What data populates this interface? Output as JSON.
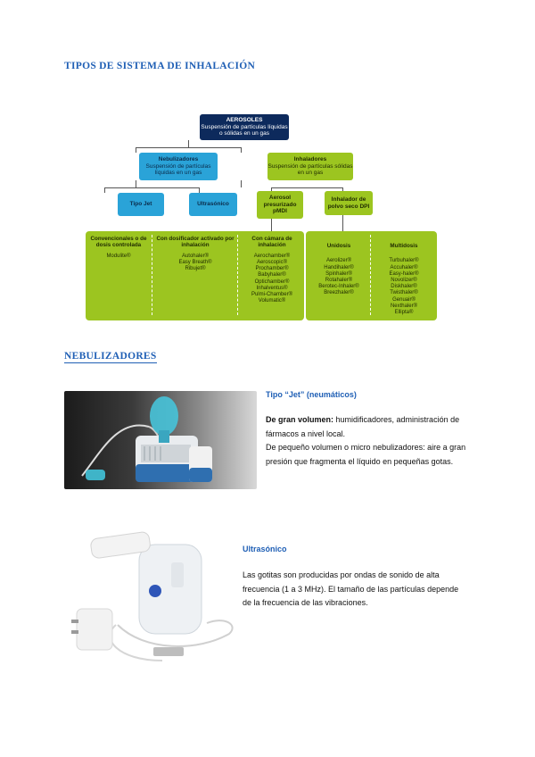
{
  "headings": {
    "tipos": "TIPOS DE SISTEMA DE INHALACIÓN",
    "nebulizadores": "NEBULIZADORES"
  },
  "diagram": {
    "root": {
      "title": "AEROSOLES",
      "sub": "Suspensión de partículas líquidas o sólidas en un gas"
    },
    "nebulizadores": {
      "title": "Nebulizadores",
      "sub": "Suspensión de partículas líquidas en un gas"
    },
    "inhaladores": {
      "title": "Inhaladores",
      "sub": "Suspensión de partículas sólidas en un gas"
    },
    "jet": "Tipo Jet",
    "ultrasonico": "Ultrasónico",
    "pmdi": {
      "title": "Aerosol presurizado pMDI"
    },
    "dpi": {
      "title": "Inhalador de polvo seco DPI"
    },
    "columns": [
      {
        "title": "Convencionales o de dosis controlada",
        "items": [
          "Modulite®"
        ]
      },
      {
        "title": "Con dosificador activado por inhalación",
        "items": [
          "Autohaler®",
          "Easy Breath®",
          "Ribujet®"
        ]
      },
      {
        "title": "Con cámara de inhalación",
        "items": [
          "Aerochamber®",
          "Aeroscopic®",
          "Prochamber®",
          "Babyhaler®",
          "Optichamber®",
          "Inhalventus®",
          "Pulmi-Chamber®",
          "Volumatic®"
        ]
      },
      {
        "title": "Unidosis",
        "items": [
          "Aerolizer®",
          "Handihaler®",
          "Spinhaler®",
          "Rotahaler®",
          "Berotec-Inhaler®",
          "Breezhaler®"
        ]
      },
      {
        "title": "Multidosis",
        "items": [
          "Turbuhaler®",
          "Accuhaler®",
          "Easy-haler®",
          "Novolizer®",
          "Diskhaler®",
          "Twisthaler®",
          "Genuair®",
          "Nexthaler®",
          "Ellipta®"
        ]
      }
    ]
  },
  "jet_section": {
    "caption": "Tipo “Jet” (neumáticos)",
    "p1_bold": "De gran volumen:",
    "p1_text": " humidificadores, administración de fármacos a nivel local.",
    "p2": "De pequeño volumen o micro nebulizadores: aire a gran presión que fragmenta el líquido en pequeñas gotas."
  },
  "ultra_section": {
    "caption": "Ultrasónico",
    "p1": "Las gotitas son producidas por ondas de sonido de alta frecuencia (1 a 3 MHz). El tamaño de las partículas depende de la frecuencia de las vibraciones."
  }
}
